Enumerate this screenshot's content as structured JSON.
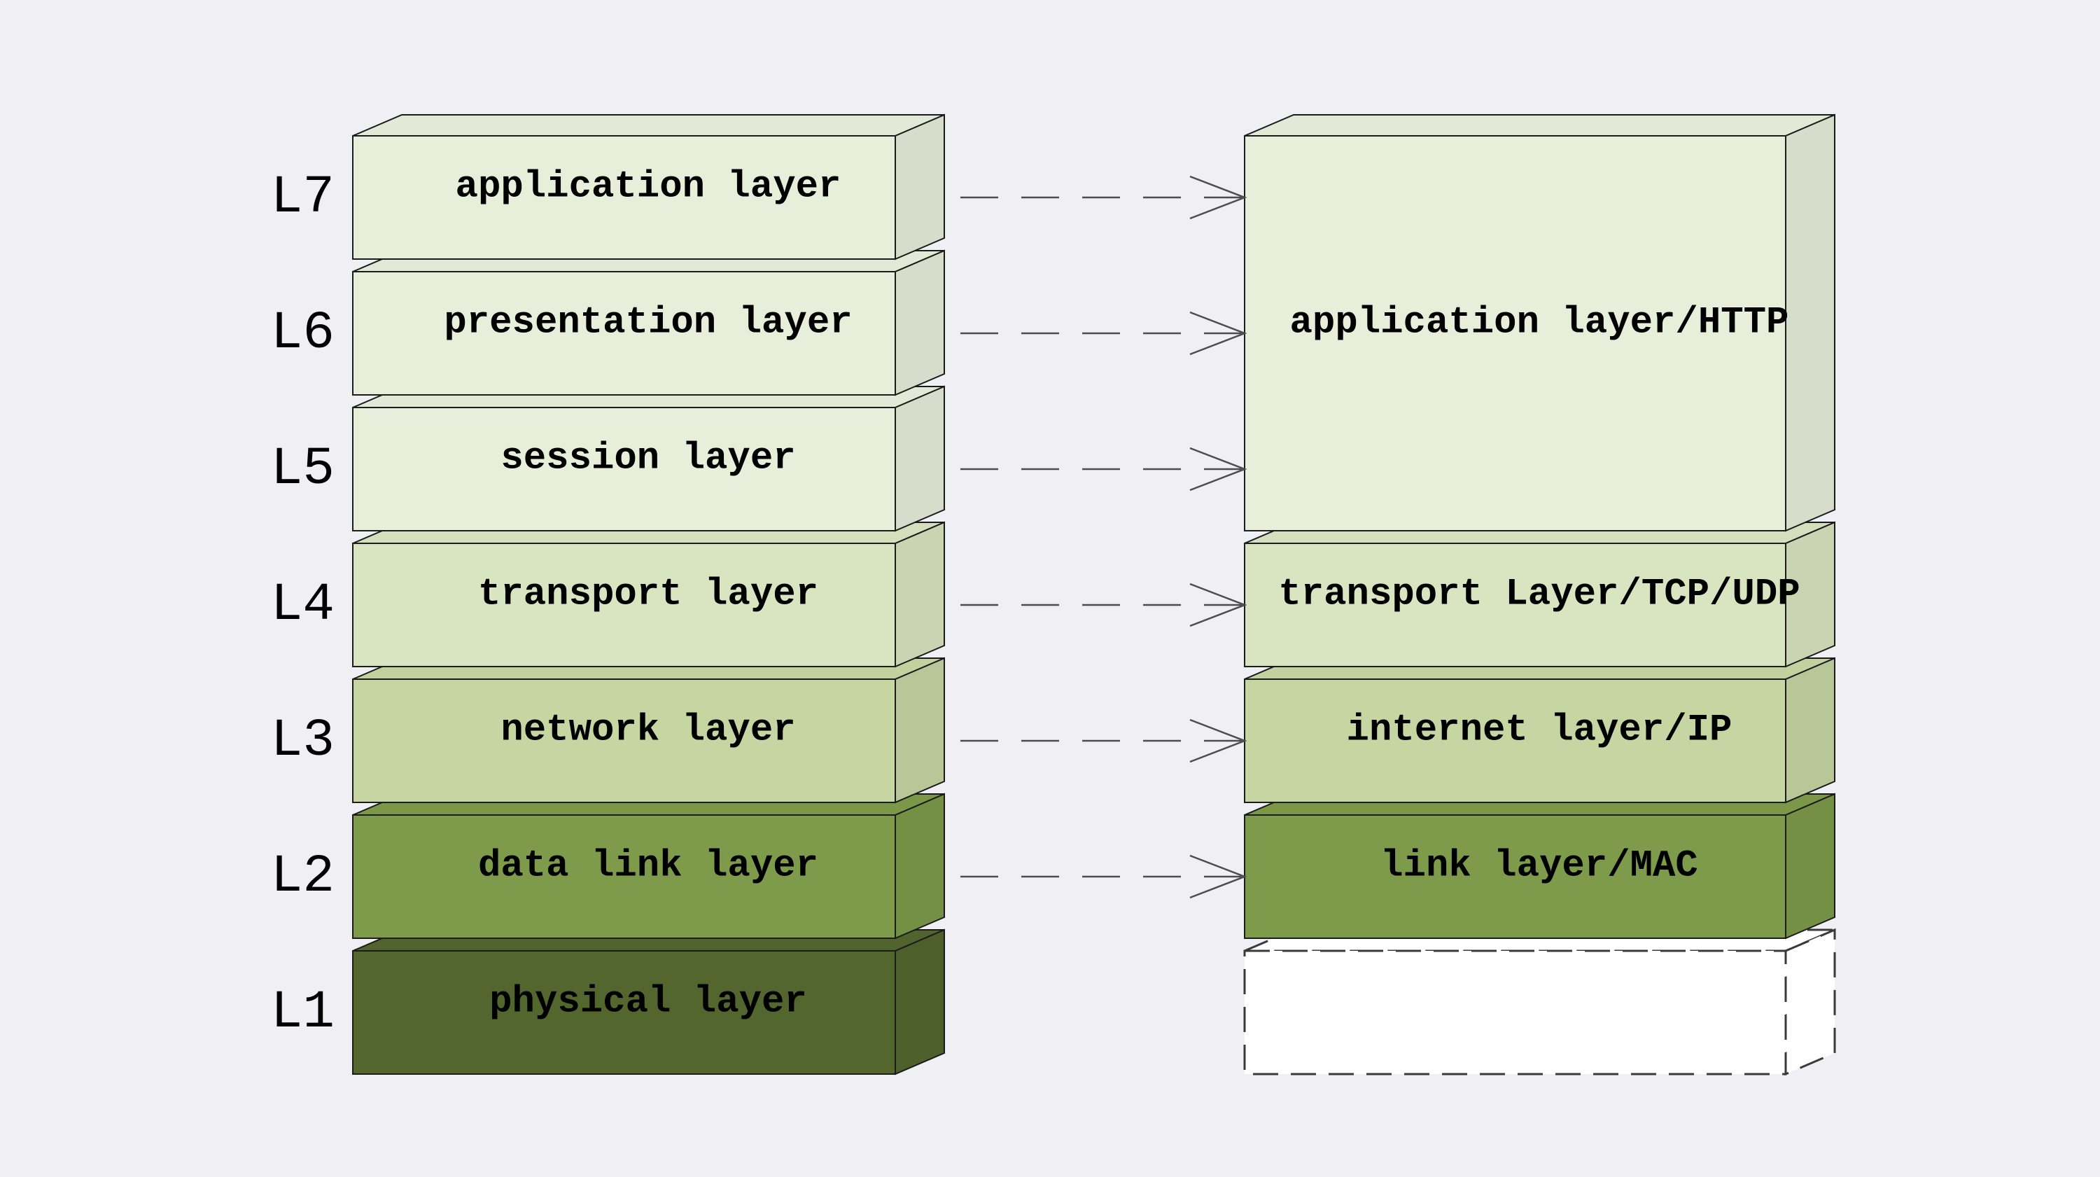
{
  "colors": {
    "background": "#f0eff4",
    "edge": "#1c1c1c",
    "arrow": "#4d4d4d",
    "text": "#000000"
  },
  "left_stack": {
    "layers": [
      {
        "id": "L7",
        "label": "application layer",
        "fill": "#e7eeda"
      },
      {
        "id": "L6",
        "label": "presentation layer",
        "fill": "#e7eeda"
      },
      {
        "id": "L5",
        "label": "session layer",
        "fill": "#e7eeda"
      },
      {
        "id": "L4",
        "label": "transport layer",
        "fill": "#d9e4c1"
      },
      {
        "id": "L3",
        "label": "network layer",
        "fill": "#c6d6a2"
      },
      {
        "id": "L2",
        "label": "data link layer",
        "fill": "#7d9b4a"
      },
      {
        "id": "L1",
        "label": "physical layer",
        "fill": "#53662e"
      }
    ]
  },
  "right_stack": {
    "layers": [
      {
        "label": "application layer/HTTP",
        "fill": "#e7eeda"
      },
      {
        "label": "transport Layer/TCP/UDP",
        "fill": "#d9e4c1"
      },
      {
        "label": "internet layer/IP",
        "fill": "#c6d6a2"
      },
      {
        "label": "link layer/MAC",
        "fill": "#7d9b4a"
      },
      {
        "label": "",
        "fill": "#ffffff"
      }
    ]
  }
}
